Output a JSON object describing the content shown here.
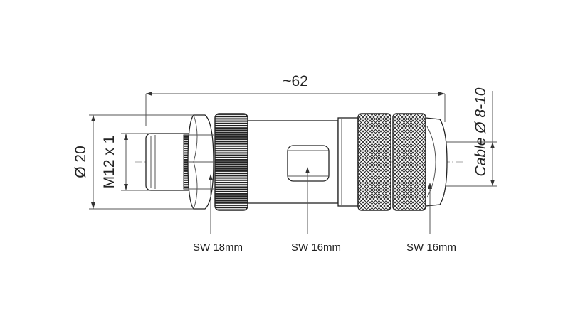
{
  "dimensions": {
    "length": "~62",
    "diameter": "Ø 20",
    "thread": "M12 x 1",
    "cable": "Cable Ø 8-10"
  },
  "wrench_sizes": {
    "front_nut": "SW 18mm",
    "middle_body": "SW 16mm",
    "rear_nut": "SW 16mm"
  }
}
